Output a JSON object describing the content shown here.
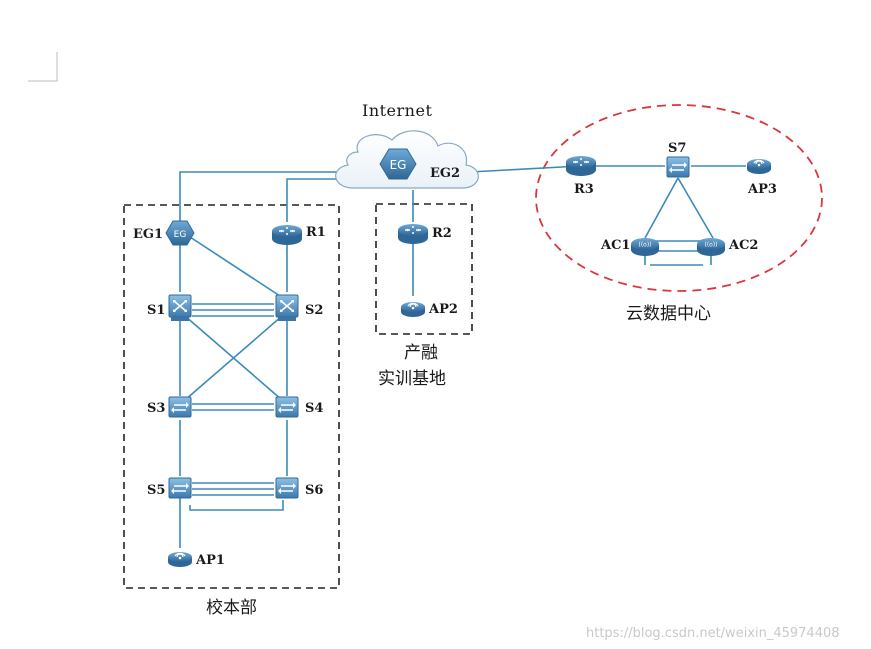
{
  "labels": {
    "internet": "Internet",
    "eg_cloud": "EG",
    "eg2": "EG2",
    "eg1": "EG1",
    "eg1_icon": "EG",
    "r1": "R1",
    "r2": "R2",
    "r3": "R3",
    "s1": "S1",
    "s2": "S2",
    "s3": "S3",
    "s4": "S4",
    "s5": "S5",
    "s6": "S6",
    "s7": "S7",
    "ap1": "AP1",
    "ap2": "AP2",
    "ap3": "AP3",
    "ac1": "AC1",
    "ac2": "AC2"
  },
  "zones": {
    "campus": "校本部",
    "training_line1": "产融",
    "training_line2": "实训基地",
    "cloud_dc": "云数据中心"
  },
  "watermark": "https://blog.csdn.net/weixin_45974408",
  "colors": {
    "link": "#3a8bb9",
    "device_fill": "#4f8fc2",
    "device_dark": "#2f6a98",
    "zone_border": "#222222",
    "cloud_zone_border": "#d9363e"
  }
}
